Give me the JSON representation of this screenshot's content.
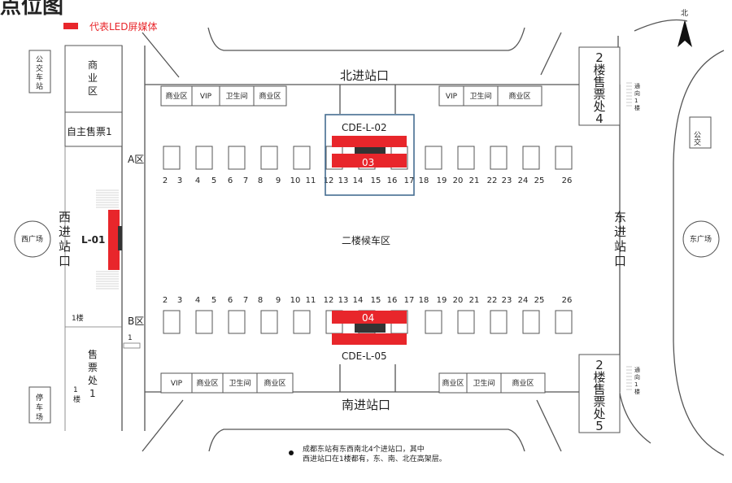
{
  "title": "点位图",
  "legend": {
    "label": "代表LED屏媒体",
    "color": "#e8262b"
  },
  "compass": "北",
  "entrances": {
    "north": "北进站口",
    "south": "南进站口",
    "east": [
      "东",
      "进",
      "站",
      "口"
    ],
    "west": [
      "西",
      "进",
      "站",
      "口"
    ]
  },
  "outer": {
    "bus_station": [
      "公",
      "交",
      "车",
      "站"
    ],
    "bus": "公交",
    "west_square": "西广场",
    "east_square": "东广场",
    "parking": [
      "停",
      "车",
      "场"
    ]
  },
  "west_block": {
    "commerce": [
      "商",
      "业",
      "区"
    ],
    "self_ticket": "自主售票1",
    "floor1": "1楼",
    "ticket_office": [
      "售",
      "票",
      "处",
      "1"
    ],
    "ticket_floor": [
      "1",
      "楼"
    ],
    "stair_floor": "1"
  },
  "ticket2_top": [
    "2",
    "楼",
    "售",
    "票",
    "处",
    "4"
  ],
  "ticket2_bottom": [
    "2",
    "楼",
    "售",
    "票",
    "处",
    "5"
  ],
  "stair_note": [
    "通",
    "向",
    "1",
    "楼"
  ],
  "rooms_top_left": [
    "商业区",
    "VIP",
    "卫生间",
    "商业区"
  ],
  "rooms_top_right": [
    "VIP",
    "卫生间",
    "商业区"
  ],
  "rooms_bottom_left": [
    "VIP",
    "商业区",
    "卫生间",
    "商业区"
  ],
  "rooms_bottom_right": [
    "商业区",
    "卫生间",
    "商业区"
  ],
  "zone_a": "A区",
  "zone_b": "B区",
  "waiting": "二楼候车区",
  "gates_top": [
    "2",
    "3",
    "4",
    "5",
    "6",
    "7",
    "8",
    "9",
    "10",
    "11",
    "12",
    "13",
    "14",
    "15",
    "16",
    "17",
    "18",
    "19",
    "20",
    "21",
    "22",
    "23",
    "24",
    "25",
    "26"
  ],
  "gates_bottom": [
    "2",
    "3",
    "4",
    "5",
    "6",
    "7",
    "8",
    "9",
    "10",
    "11",
    "12",
    "13",
    "14",
    "15",
    "16",
    "17",
    "18",
    "19",
    "20",
    "21",
    "22",
    "23",
    "24",
    "25",
    "26"
  ],
  "media": {
    "cde_l_02": "CDE-L-02",
    "n03": "03",
    "n04": "04",
    "cde_l_05": "CDE-L-05",
    "l01": "L-01"
  },
  "note": [
    "成都东站有东西南北4个进站口，其中",
    "西进站口在1楼都有，东、南、北在高架层。"
  ]
}
